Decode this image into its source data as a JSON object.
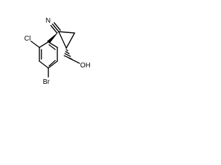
{
  "molecule": {
    "atoms": {
      "nitrile_n": "N",
      "chlorine": "Cl",
      "bromine": "Br",
      "hydroxyl": "OH"
    }
  }
}
